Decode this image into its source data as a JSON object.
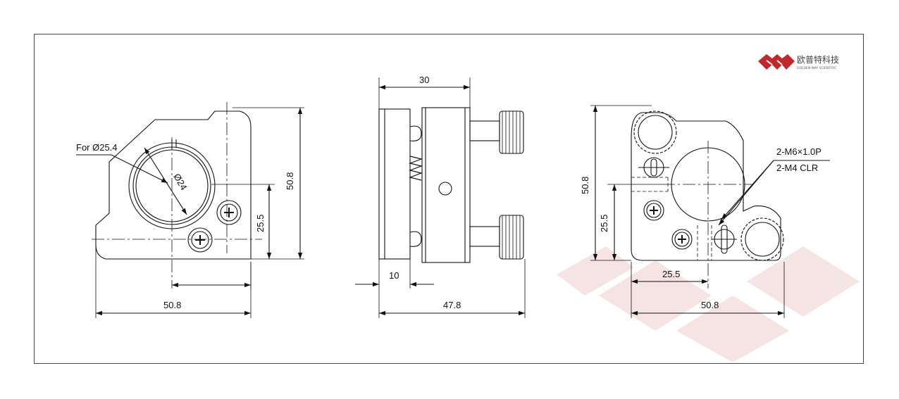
{
  "logo": {
    "company_cn": "欧普特科技",
    "company_en": "GOLDEN WAY SCIENTIFIC",
    "brand_color": "#c0282c"
  },
  "front_view": {
    "lens_callout": "For Ø25.4",
    "inner_diameter": "Ø24",
    "height": "50.8",
    "center_height": "25.5",
    "width": "50.8"
  },
  "side_view": {
    "depth": "30",
    "plate_thickness": "10",
    "total_depth": "47.8"
  },
  "rear_view": {
    "thread_callout": "2-M6×1.0P",
    "clearance_callout": "2-M4  CLR",
    "height": "50.8",
    "center_height": "25.5",
    "center_width": "25.5",
    "width": "50.8"
  }
}
